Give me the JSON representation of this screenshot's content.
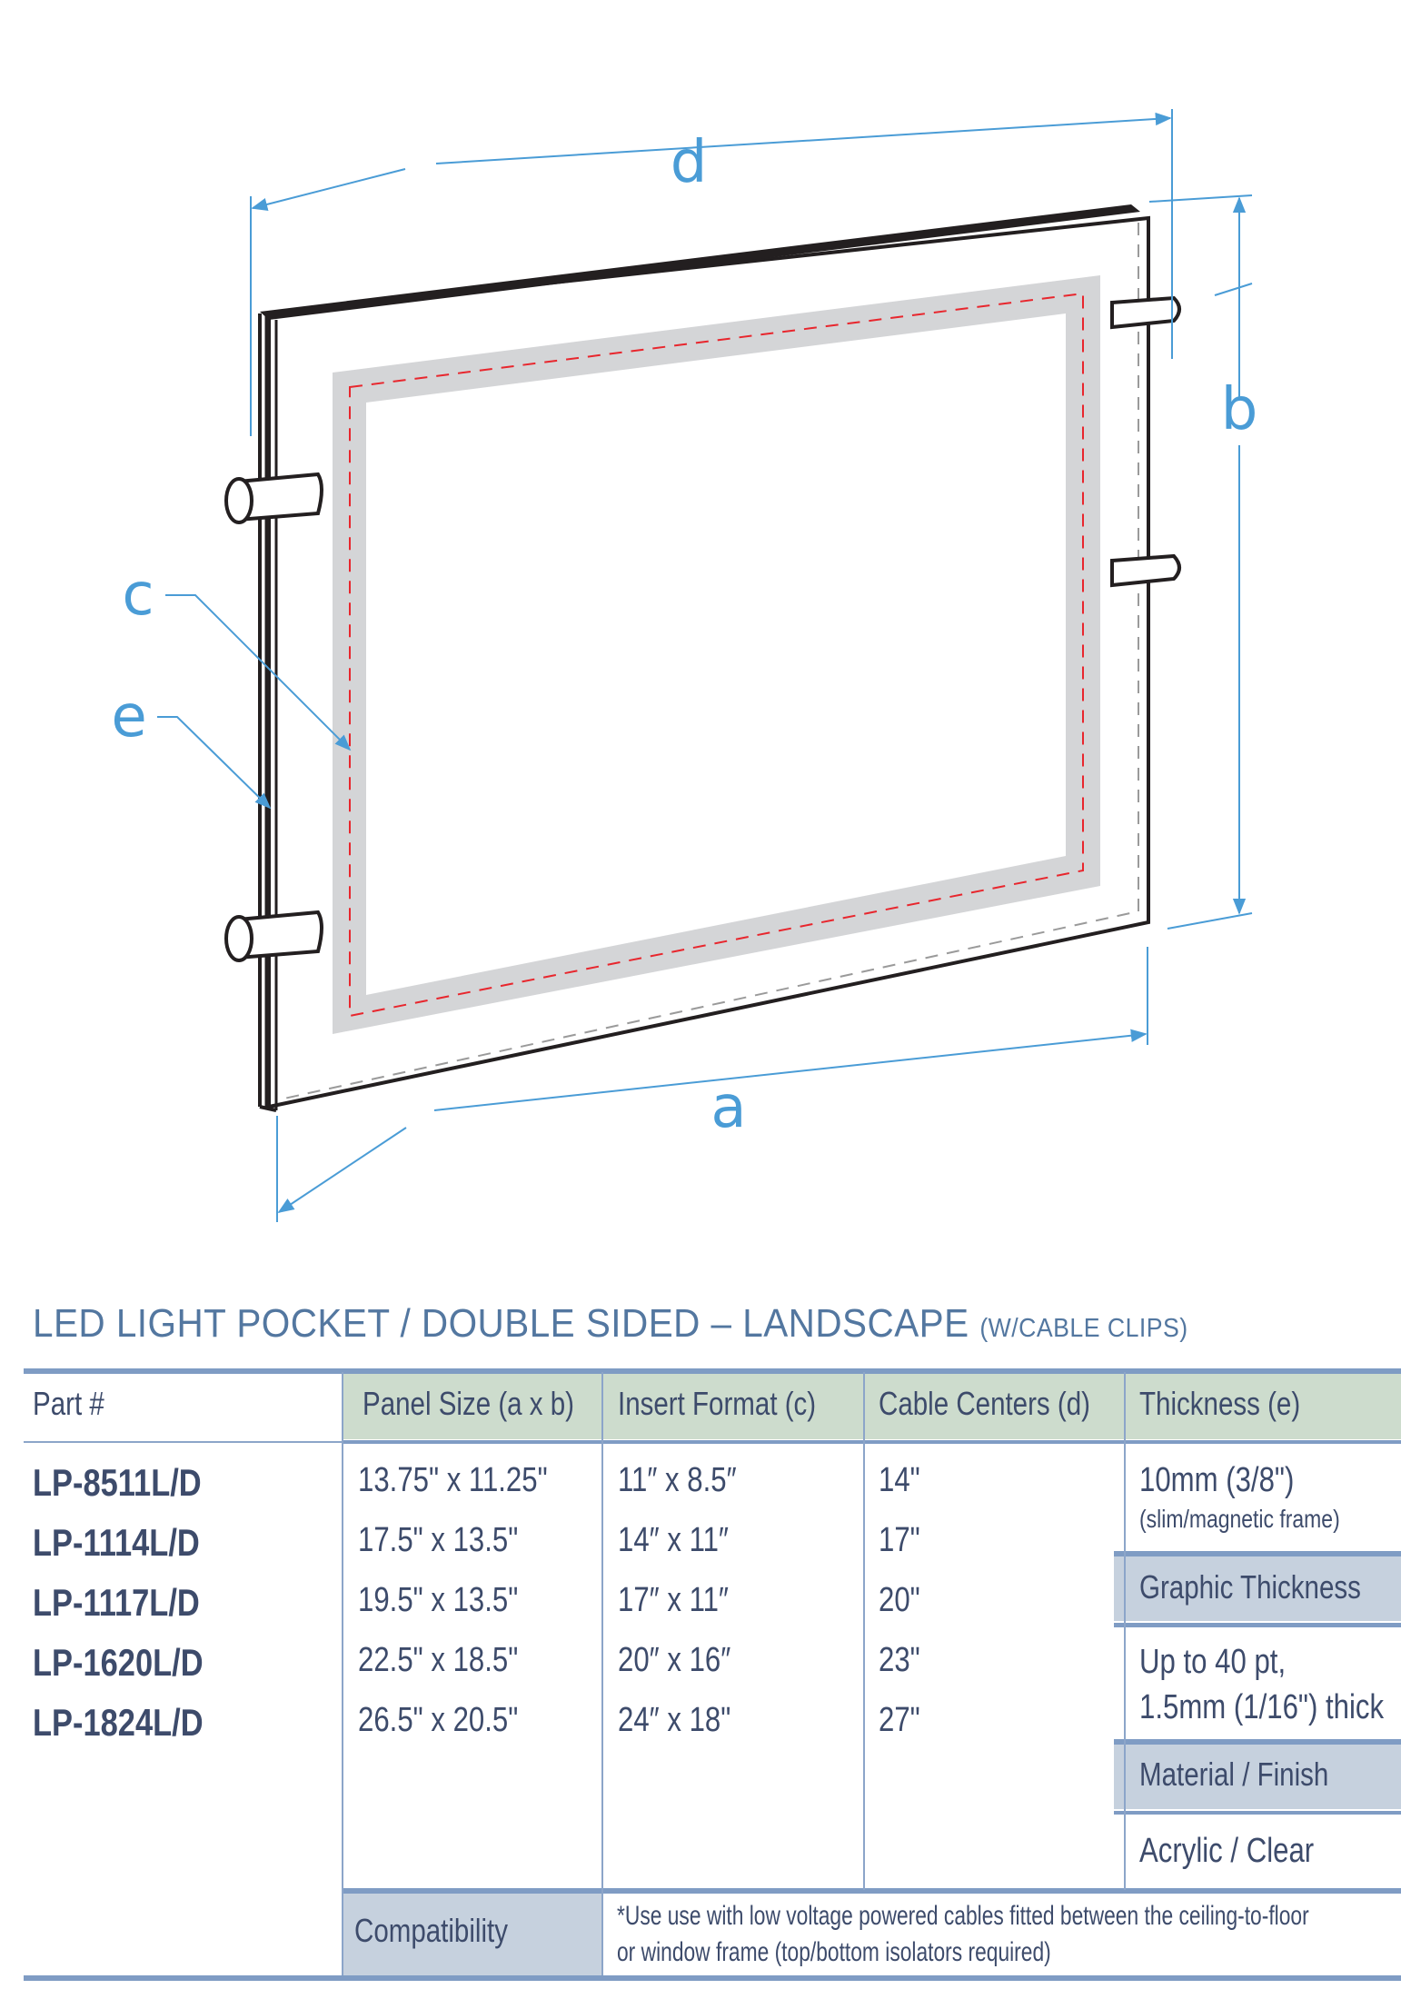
{
  "diagram": {
    "labels": {
      "a": "a",
      "b": "b",
      "c": "c",
      "d": "d",
      "e": "e"
    },
    "colors": {
      "dimension_line": "#4a9cd6",
      "panel_outline": "#231f20",
      "insert_border": "#d4d5d7",
      "insert_dashed": "#e8262d",
      "panel_dashed": "#9a9a9a"
    }
  },
  "spec": {
    "title": "LED LIGHT POCKET / DOUBLE SIDED – LANDSCAPE",
    "subtitle": "(W/CABLE CLIPS)",
    "columns": [
      "Part #",
      "Panel Size (a x b)",
      "Insert Format (c)",
      "Cable Centers (d)",
      "Thickness (e)"
    ],
    "rows": [
      {
        "part": "LP-8511L/D",
        "panel_size": "13.75\" x 11.25\"",
        "insert_format": "11″ x 8.5″",
        "cable_centers": "14\""
      },
      {
        "part": "LP-1114L/D",
        "panel_size": "17.5\" x 13.5\"",
        "insert_format": "14″ x 11″",
        "cable_centers": "17\""
      },
      {
        "part": "LP-1117L/D",
        "panel_size": "19.5\" x 13.5\"",
        "insert_format": "17″ x 11″",
        "cable_centers": "20\""
      },
      {
        "part": "LP-1620L/D",
        "panel_size": "22.5\" x 18.5\"",
        "insert_format": "20″ x 16″",
        "cable_centers": "23\""
      },
      {
        "part": "LP-1824L/D",
        "panel_size": "26.5\" x 20.5\"",
        "insert_format": "24″ x 18\"",
        "cable_centers": "27\""
      }
    ],
    "thickness": {
      "value": "10mm (3/8\")",
      "note": "(slim/magnetic frame)"
    },
    "graphic_thickness": {
      "label": "Graphic Thickness",
      "line1": "Up to 40 pt,",
      "line2": "1.5mm (1/16\") thick"
    },
    "material_finish": {
      "label": "Material / Finish",
      "value": "Acrylic / Clear"
    },
    "compatibility": {
      "label": "Compatibility",
      "line1": "*Use use with low voltage powered cables fitted between the ceiling-to-floor",
      "line2": "or window frame (top/bottom isolators required)"
    },
    "colors": {
      "title": "#5377a0",
      "text": "#3d4b6b",
      "rule": "#7f9cc4",
      "header_bg": "#cddccd",
      "subheader_bg": "#c6d1de"
    }
  }
}
